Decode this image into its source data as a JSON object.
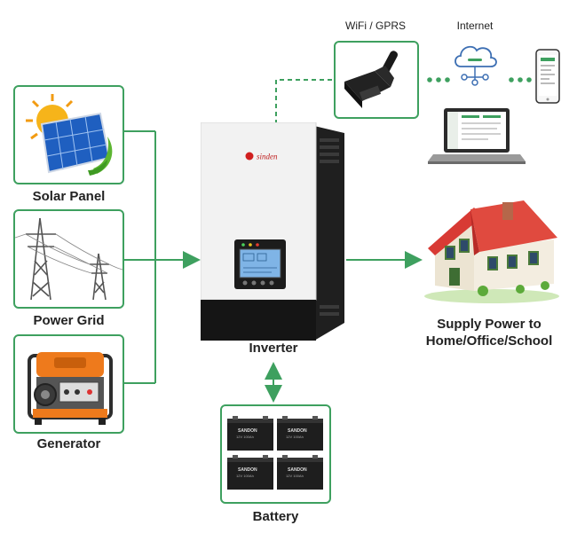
{
  "sources": {
    "solar_label": "Solar Panel",
    "grid_label": "Power Grid",
    "generator_label": "Generator"
  },
  "inverter": {
    "label": "Inverter",
    "brand": "sinden"
  },
  "network": {
    "wifi_label": "WiFi / GPRS",
    "internet_label": "Internet"
  },
  "output": {
    "line1": "Supply Power to",
    "line2": "Home/Office/School"
  },
  "battery": {
    "label": "Battery",
    "unit_brand": "SANDON",
    "unit_model": "12V 100Ah"
  },
  "colors": {
    "connector_green": "#3ea05f",
    "roof_red": "#d83a34"
  }
}
